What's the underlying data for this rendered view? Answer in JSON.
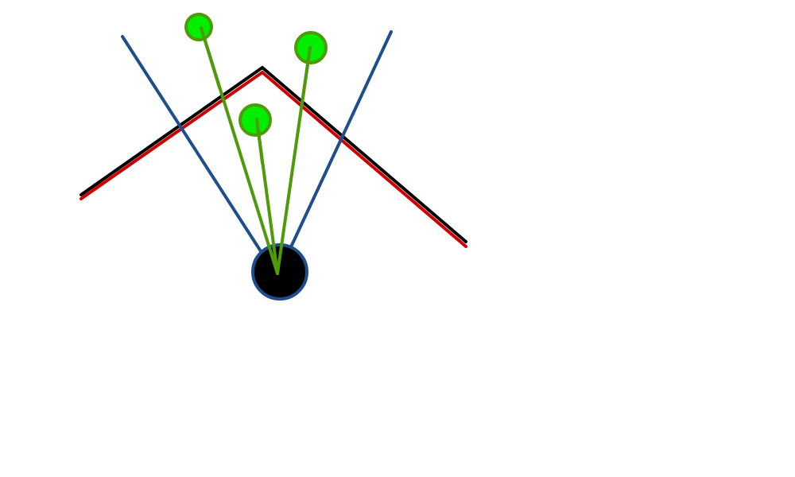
{
  "colors": {
    "background": "#ffffff",
    "wall": "#000000",
    "wall_shadow": "#cc0000",
    "boundary_ray": "#1f4e8c",
    "target_ray": "#4f9a0a",
    "target_fill": "#00ee00",
    "target_stroke": "#4f9a0a",
    "observer_fill": "#000000",
    "observer_stroke": "#1f4e8c"
  },
  "elements": {
    "observer": "observer",
    "boundary_rays": [
      "left-boundary-ray",
      "right-boundary-ray"
    ],
    "targets": [
      "target-top-left",
      "target-top-right",
      "target-middle"
    ],
    "wall": "wall"
  }
}
